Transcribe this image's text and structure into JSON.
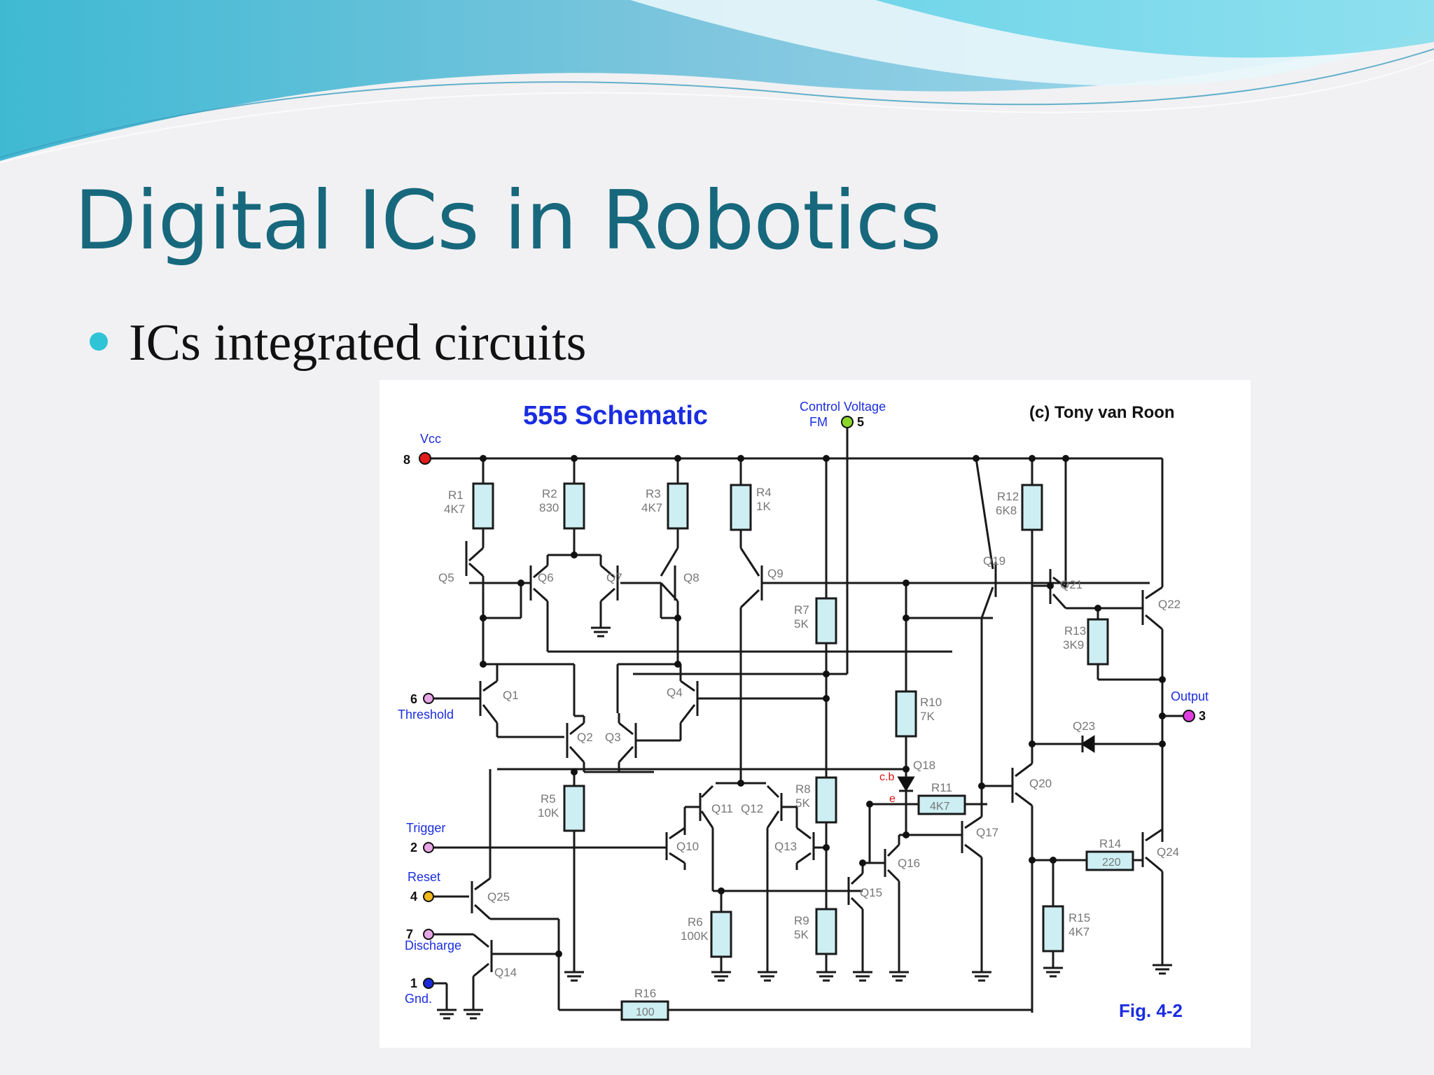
{
  "slide": {
    "title": "Digital ICs in Robotics",
    "bullets": [
      "ICs integrated circuits"
    ]
  },
  "figure": {
    "heading": "555 Schematic",
    "credit": "(c) Tony van Roon",
    "caption": "Fig. 4-2",
    "pins": {
      "vcc": {
        "num": "8",
        "label": "Vcc"
      },
      "control": {
        "num": "5",
        "label1": "Control Voltage",
        "label2": "FM"
      },
      "threshold": {
        "num": "6",
        "label": "Threshold"
      },
      "trigger": {
        "num": "2",
        "label": "Trigger"
      },
      "reset": {
        "num": "4",
        "label": "Reset"
      },
      "discharge": {
        "num": "7",
        "label": "Discharge"
      },
      "gnd": {
        "num": "1",
        "label": "Gnd."
      },
      "output": {
        "num": "3",
        "label": "Output"
      }
    },
    "resistors": [
      {
        "ref": "R1",
        "value": "4K7"
      },
      {
        "ref": "R2",
        "value": "830"
      },
      {
        "ref": "R3",
        "value": "4K7"
      },
      {
        "ref": "R4",
        "value": "1K"
      },
      {
        "ref": "R5",
        "value": "10K"
      },
      {
        "ref": "R6",
        "value": "100K"
      },
      {
        "ref": "R7",
        "value": "5K"
      },
      {
        "ref": "R8",
        "value": "5K"
      },
      {
        "ref": "R9",
        "value": "5K"
      },
      {
        "ref": "R10",
        "value": "7K"
      },
      {
        "ref": "R11",
        "value": "4K7"
      },
      {
        "ref": "R12",
        "value": "6K8"
      },
      {
        "ref": "R13",
        "value": "3K9"
      },
      {
        "ref": "R14",
        "value": "220"
      },
      {
        "ref": "R15",
        "value": "4K7"
      },
      {
        "ref": "R16",
        "value": "100"
      }
    ],
    "transistors": [
      "Q1",
      "Q2",
      "Q3",
      "Q4",
      "Q5",
      "Q6",
      "Q7",
      "Q8",
      "Q9",
      "Q10",
      "Q11",
      "Q12",
      "Q13",
      "Q14",
      "Q15",
      "Q16",
      "Q17",
      "Q18",
      "Q19",
      "Q20",
      "Q21",
      "Q22",
      "Q23",
      "Q24",
      "Q25"
    ],
    "q18_labels": {
      "cb": "c.b",
      "e": "e"
    },
    "colors": {
      "vcc_pin": "#e21b1b",
      "control_pin": "#8cd62a",
      "signal_pin": "#e7a6e6",
      "reset_pin": "#f2b81c",
      "gnd_pin": "#1b2bd9",
      "output_pin": "#e03fe0",
      "resistor_fill": "#cdeff3",
      "heading": "#1a2de0",
      "title": "#17687c"
    }
  }
}
